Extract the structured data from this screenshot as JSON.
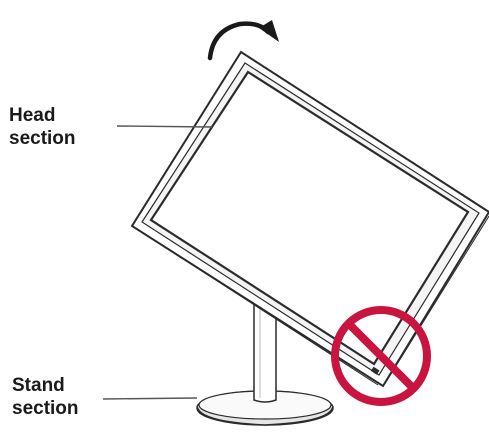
{
  "labels": {
    "head": [
      "Head",
      "section"
    ],
    "stand": [
      "Stand",
      "section"
    ]
  },
  "colors": {
    "outline": "#2b2b2b",
    "leader_line": "#555555",
    "prohibition": "#c8143e",
    "base_fill": "#e6e6e6"
  },
  "icons": {
    "rotate_arrow": "clockwise-rotation-arrow",
    "prohibition": "no-symbol"
  }
}
